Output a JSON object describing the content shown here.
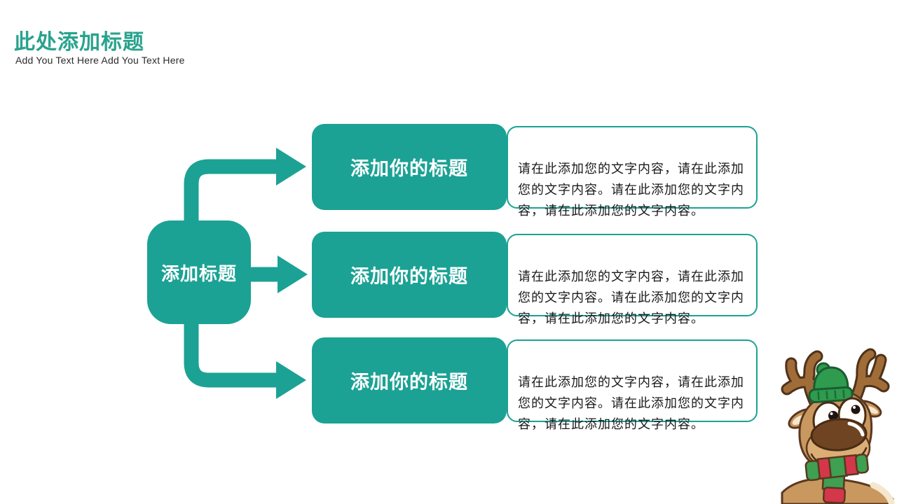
{
  "header": {
    "title": "此处添加标题",
    "subtitle": "Add You Text Here Add You Text Here"
  },
  "diagram": {
    "center_label": "添加标题",
    "rows": [
      {
        "title": "添加你的标题",
        "body": "请在此添加您的文字内容，请在此添加\n您的文字内容。请在此添加您的文字内\n容，请在此添加您的文字内容。"
      },
      {
        "title": "添加你的标题",
        "body": "请在此添加您的文字内容，请在此添加\n您的文字内容。请在此添加您的文字内\n容，请在此添加您的文字内容。"
      },
      {
        "title": "添加你的标题",
        "body": "请在此添加您的文字内容，请在此添加\n您的文字内容。请在此添加您的文字内\n容，请在此添加您的文字内容。"
      }
    ]
  },
  "illustration": {
    "name": "christmas-reindeer-cartoon"
  },
  "colors": {
    "accent_teal": "#1ba294",
    "title_teal": "#29a38d",
    "body_text": "#1a1a1a",
    "deer_tan": "#c9985f",
    "deer_outline": "#5b3720",
    "antler_brown": "#a06c38",
    "hat_green": "#2e9b4e",
    "scarf_red": "#d4374a",
    "scarf_green": "#3ea050"
  }
}
